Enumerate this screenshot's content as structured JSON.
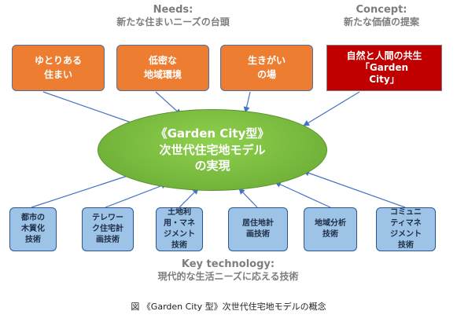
{
  "headings": {
    "needs_en": "Needs:",
    "needs_jp": "新たな住まいニーズの台頭",
    "concept_en": "Concept:",
    "concept_jp": "新たな価値の提案",
    "tech_en": "Key technology:",
    "tech_jp": "現代的な生活ニーズに応える技術"
  },
  "needs": [
    {
      "label": "ゆとりある\n住まい"
    },
    {
      "label": "低密な\n地域環境"
    },
    {
      "label": "生きがい\nの場"
    }
  ],
  "concept": {
    "label": "自然と人間の共生\n「Garden\nCity」"
  },
  "center": {
    "label": "《Garden City型》\n次世代住宅地モデル\nの実現"
  },
  "technologies": [
    {
      "label": "都市の\n木質化\n技術"
    },
    {
      "label": "テレワー\nク住宅計\n画技術"
    },
    {
      "label": "土地利\n用・マネ\nジメント\n技術"
    },
    {
      "label": "居住地計\n画技術"
    },
    {
      "label": "地域分析\n技術"
    },
    {
      "label": "コミュニ\nティマネ\nジメント\n技術"
    }
  ],
  "caption": "図 《Garden City 型》次世代住宅地モデルの概念",
  "colors": {
    "needs_fill": "#ed7d31",
    "concept_fill": "#c00000",
    "center_fill": "#72b43a",
    "tech_fill": "#9dc3e6",
    "connector": "#4472c4"
  }
}
